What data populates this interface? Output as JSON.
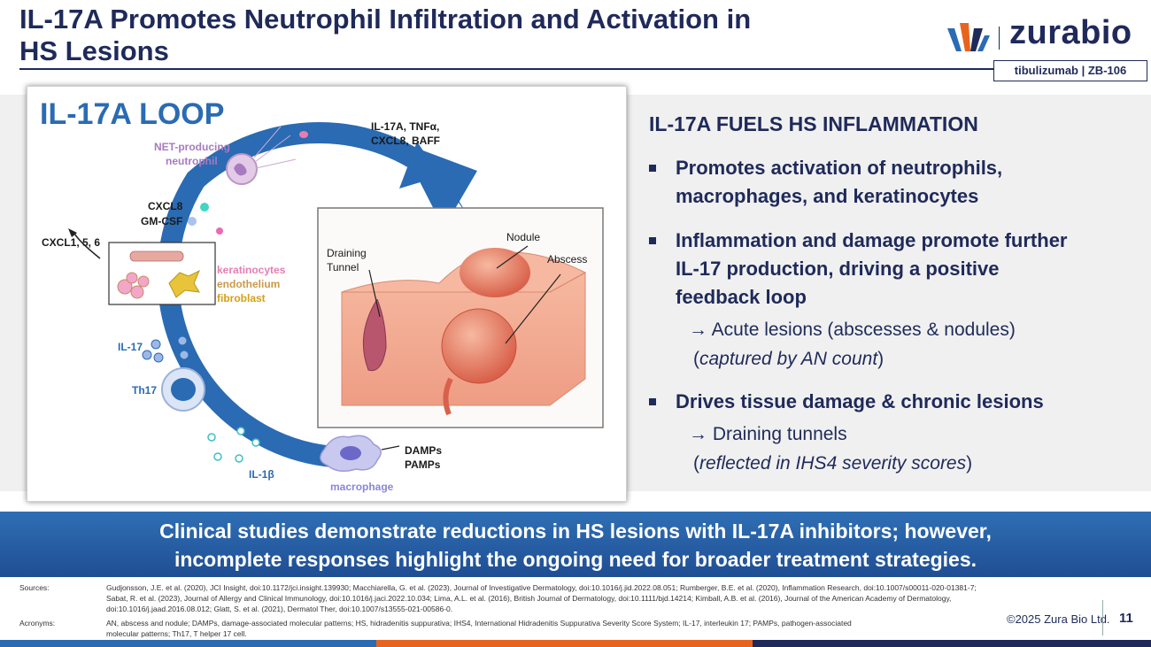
{
  "header": {
    "title_line1": "IL-17A Promotes Neutrophil Infiltration and Activation in",
    "title_line2": "HS Lesions",
    "logo_text": "zurabio",
    "tagline": "tibulizumab  |  ZB-106"
  },
  "figure": {
    "loop_title": "IL-17A LOOP",
    "labels": {
      "il17a_tnfa": "IL-17A, TNFα,",
      "cxcl8_baff": "CXCL8, BAFF",
      "net_neutrophil_1": "NET-producing",
      "net_neutrophil_2": "neutrophil",
      "cxcl8": "CXCL8",
      "gmcsf": "GM-CSF",
      "cxcl156": "CXCL1, 5, 6",
      "keratinocytes": "keratinocytes",
      "endothelium": "endothelium",
      "fibroblast": "fibroblast",
      "il17": "IL-17",
      "th17": "Th17",
      "il1b": "IL-1β",
      "macrophage": "macrophage",
      "damps": "DAMPs",
      "pamps": "PAMPs",
      "draining_1": "Draining",
      "draining_2": "Tunnel",
      "nodule": "Nodule",
      "abscess": "Abscess"
    },
    "colors": {
      "arc_blue": "#2a6bb3",
      "loop_title": "#2a6bb3",
      "neutrophil_label": "#a77bbf",
      "keratinocytes": "#e47fb0",
      "endothelium": "#c99a4a",
      "fibroblast": "#d4a017",
      "immune_label": "#2a6bb3",
      "skin": "#f2a98e"
    }
  },
  "right": {
    "heading": "IL-17A FUELS HS INFLAMMATION",
    "bullet1": [
      "Promotes activation of neutrophils,",
      "macrophages, and keratinocytes"
    ],
    "bullet2": [
      "Inflammation and damage promote further",
      "IL-17 production, driving a positive",
      "feedback loop"
    ],
    "sub2a": "→ Acute lesions (abscesses & nodules)",
    "sub2b_open": "(",
    "sub2b_ital": "captured by AN count",
    "sub2b_close": ")",
    "bullet3": "Drives tissue damage & chronic lesions",
    "sub3a": "→ Draining tunnels",
    "sub3b_open": "(",
    "sub3b_ital": "reflected in IHS4 severity scores",
    "sub3b_close": ")"
  },
  "banner": {
    "line1": "Clinical studies demonstrate reductions in HS lesions with IL-17A inhibitors; however,",
    "line2": "incomplete responses highlight the ongoing need for broader treatment strategies."
  },
  "footer": {
    "sources_label": "Sources:",
    "sources_text": "Gudjonsson, J.E. et al. (2020), JCI Insight, doi:10.1172/jci.insight.139930; Macchiarella, G. et al. (2023), Journal of Investigative Dermatology, doi:10.1016/j.jid.2022.08.051; Rumberger, B.E. et al. (2020), Inflammation Research, doi:10.1007/s00011-020-01381-7; Sabat, R. et al. (2023), Journal of Allergy and Clinical Immunology, doi:10.1016/j.jaci.2022.10.034; Lima, A.L. et al. (2016), British Journal of Dermatology, doi:10.1111/bjd.14214; Kimball, A.B. et al. (2016), Journal of the American Academy of Dermatology, doi:10.1016/j.jaad.2016.08.012; Glatt, S. et al. (2021), Dermatol Ther, doi:10.1007/s13555-021-00586-0.",
    "acronyms_label": "Acronyms:",
    "acronyms_text": "AN, abscess and nodule; DAMPs, damage-associated molecular patterns; HS, hidradenitis suppurativa; IHS4, International Hidradenitis Suppurativa Severity Score System; IL-17, interleukin 17; PAMPs, pathogen-associated molecular patterns; Th17, T helper 17 cell.",
    "copyright": "©2025 Zura Bio Ltd.",
    "page_number": "11"
  }
}
